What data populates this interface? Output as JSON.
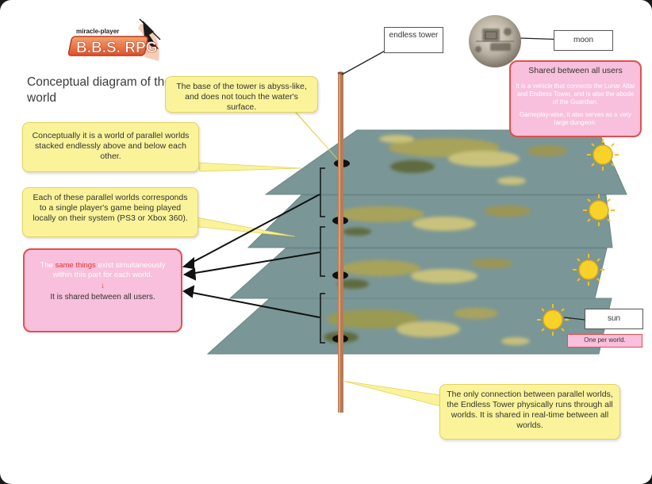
{
  "logo": {
    "small_text": "miracle-player",
    "main_text": "B.B.S. RPG"
  },
  "title": "Conceptual diagram of the world",
  "callouts": {
    "tower_base": "The base of the tower is abyss-like, and does not touch the water's surface.",
    "parallel_worlds": "Conceptually it is a world of parallel worlds stacked endlessly above and below each other.",
    "single_player": "Each of these parallel worlds corresponds to a single player's game being played locally on their system (PS3 or Xbox 360).",
    "same_things": {
      "part1": "The ",
      "highlight": "same things",
      "part2": " exist simultaneously within this part  for each world.",
      "arrow": "↓",
      "shared": "It is shared between all users."
    },
    "connection": "The only connection between parallel worlds, the Endless Tower physically runs through all worlds. It is shared in real-time between all worlds."
  },
  "labels": {
    "endless_tower": "endless tower",
    "moon": "moon",
    "sun": "sun",
    "one_per_world": "One per world."
  },
  "moon_info": {
    "heading": "Shared between all users",
    "line1": "It is a vehicle that connects the Lunar Altar and Endless Tower, and is also the abode of the Guardian.",
    "line2": "Gameplay-wise, it also serves as a very large dungeon."
  },
  "colors": {
    "plane": "#7b9696",
    "land": "#a8a35a",
    "tower": "#b87a55",
    "callout_yellow": "#fbf39a",
    "callout_pink": "#f8c0dc",
    "callout_red_border": "#e0504e",
    "sun": "#f7d32a"
  }
}
